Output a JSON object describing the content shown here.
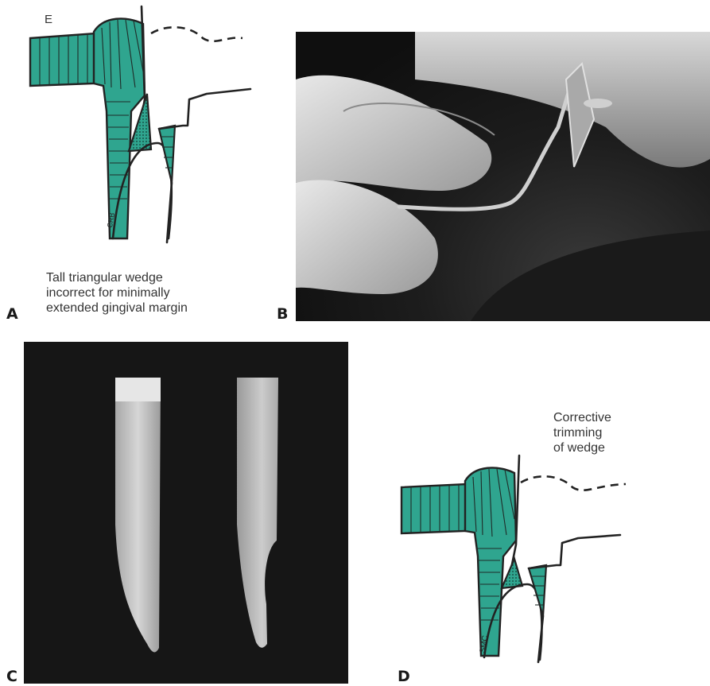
{
  "panels": {
    "a": {
      "letter": "A",
      "enamel_label": "E",
      "caption_lines": [
        "Tall triangular wedge",
        "incorrect for minimally",
        "extended gingival margin"
      ],
      "signature": "CRB"
    },
    "b": {
      "letter": "B"
    },
    "c": {
      "letter": "C"
    },
    "d": {
      "letter": "D",
      "caption_lines": [
        "Corrective",
        "trimming",
        "of wedge"
      ],
      "signature": "SMC"
    }
  },
  "colors": {
    "tooth_fill": "#2fa58f",
    "wedge_dots": "#1e5f52",
    "ink": "#222222",
    "photo_dark": "#141414"
  }
}
